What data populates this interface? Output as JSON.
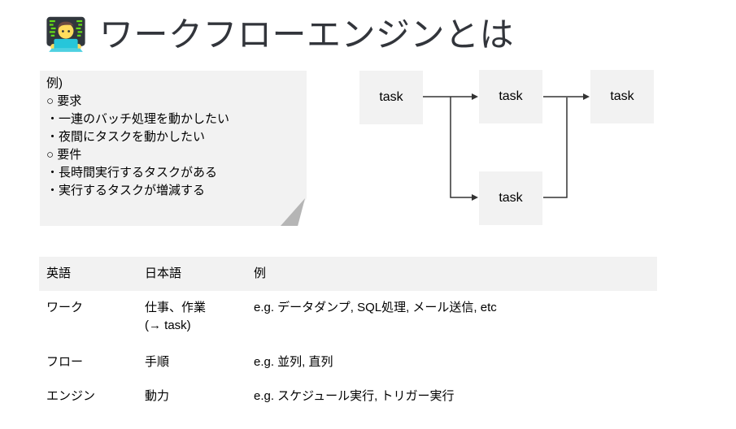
{
  "title": {
    "text": "ワークフローエンジンとは",
    "emoji": "technologist"
  },
  "note": {
    "lines": [
      "例)",
      "○ 要求",
      "・一連のバッチ処理を動かしたい",
      "・夜間にタスクを動かしたい",
      "○ 要件",
      "・長時間実行するタスクがある",
      "・実行するタスクが増減する"
    ]
  },
  "diagram": {
    "nodes": [
      {
        "id": "task-1",
        "label": "task"
      },
      {
        "id": "task-2",
        "label": "task"
      },
      {
        "id": "task-3",
        "label": "task"
      },
      {
        "id": "task-4",
        "label": "task"
      }
    ],
    "edges": [
      {
        "from": "task-1",
        "to": "task-2"
      },
      {
        "from": "task-1",
        "to": "task-4"
      },
      {
        "from": "task-2",
        "to": "task-3"
      },
      {
        "from": "task-4",
        "to": "task-3"
      }
    ]
  },
  "table": {
    "headers": [
      "英語",
      "日本語",
      "例"
    ],
    "rows": [
      {
        "english": "ワーク",
        "japanese": "仕事、作業",
        "japanese_sub": "(→ task)",
        "example": "e.g. データダンプ, SQL処理, メール送信, etc"
      },
      {
        "english": "フロー",
        "japanese": "手順",
        "example": "e.g. 並列, 直列"
      },
      {
        "english": "エンジン",
        "japanese": "動力",
        "example": "e.g. スケジュール実行, トリガー実行"
      }
    ]
  },
  "colors": {
    "panel": "#f2f2f2",
    "fold": "#b5b5b5",
    "line": "#333333",
    "title_text": "#32353b",
    "body_text": "#000000"
  }
}
